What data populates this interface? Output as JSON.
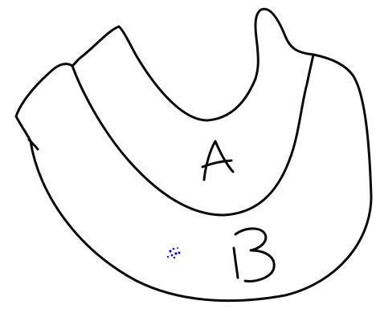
{
  "diagram": {
    "regions": [
      {
        "id": "inner",
        "label": "A"
      },
      {
        "id": "outer",
        "label": "B"
      }
    ],
    "colors": {
      "ink": "#0a0a0a",
      "speck": "#1212d6",
      "background": "#ffffff"
    }
  }
}
